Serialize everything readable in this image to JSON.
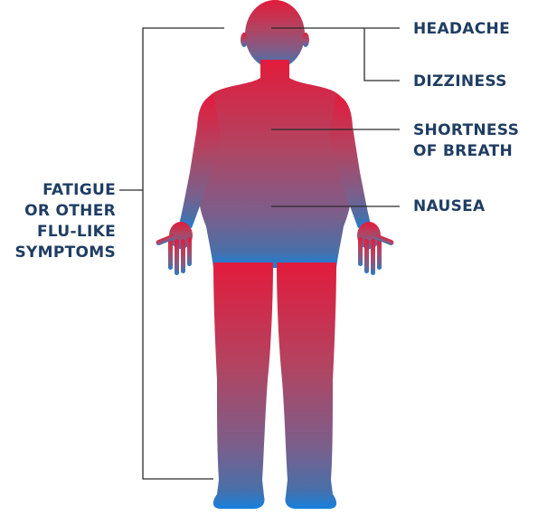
{
  "colors": {
    "label_text": "#1f3d63",
    "connector_line": "#2b2b2b",
    "body_gradient_top": "#e31b3c",
    "body_gradient_mid": "#b04463",
    "body_gradient_low": "#4e6fa5",
    "body_gradient_feet": "#1a7ed9"
  },
  "symptoms": {
    "headache": "HEADACHE",
    "dizziness": "DIZZINESS",
    "shortness_of_breath": [
      "SHORTNESS",
      "OF BREATH"
    ],
    "nausea": "NAUSEA",
    "fatigue": [
      "FATIGUE",
      "OR OTHER",
      "FLU-LIKE",
      "SYMPTOMS"
    ]
  }
}
